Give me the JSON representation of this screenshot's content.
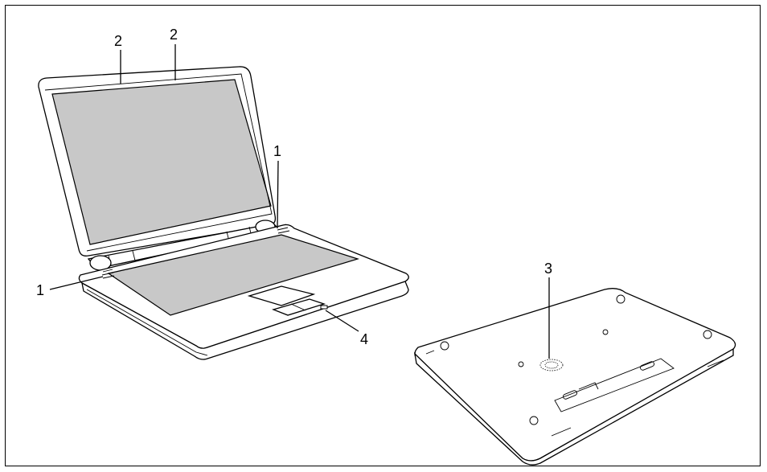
{
  "callouts": {
    "speaker_left": "1",
    "speaker_right": "1",
    "mic_left": "2",
    "mic_right": "2",
    "subwoofer": "3",
    "headphone_port": "4"
  },
  "colors": {
    "screen_fill": "#c8c8c8",
    "outline": "#000000",
    "background": "#ffffff"
  }
}
